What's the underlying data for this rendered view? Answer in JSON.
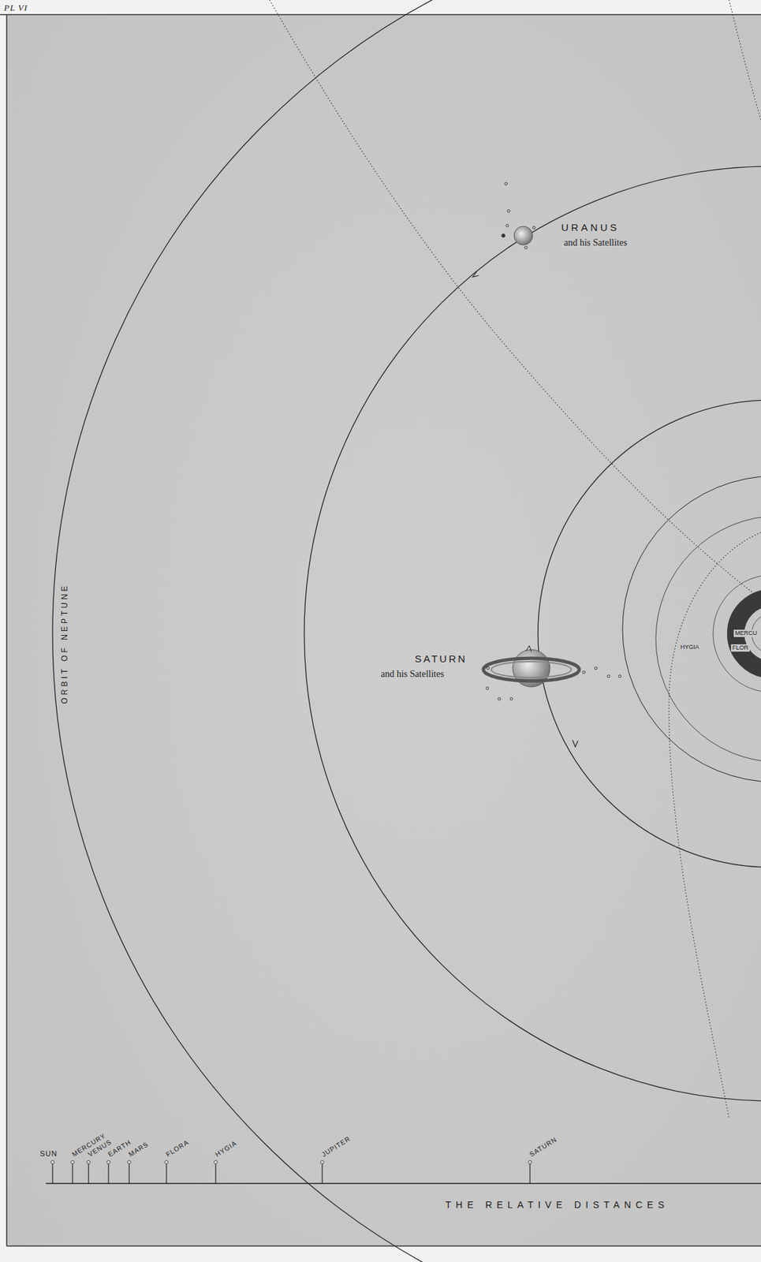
{
  "diagram": {
    "labels": [
      "PL VI",
      "URANUS",
      "and his Satellites",
      "SATURN",
      "and his Satellites",
      "ORBIT OF NEPTUNE",
      "MERCU",
      "HYGIA",
      "FLOR",
      "SUN",
      "MERCURY",
      "VENUS",
      "EARTH",
      "MARS",
      "FLORA",
      "HYGIA",
      "JUPITER",
      "SATURN",
      "THE RELATIVE DISTANCES"
    ]
  }
}
